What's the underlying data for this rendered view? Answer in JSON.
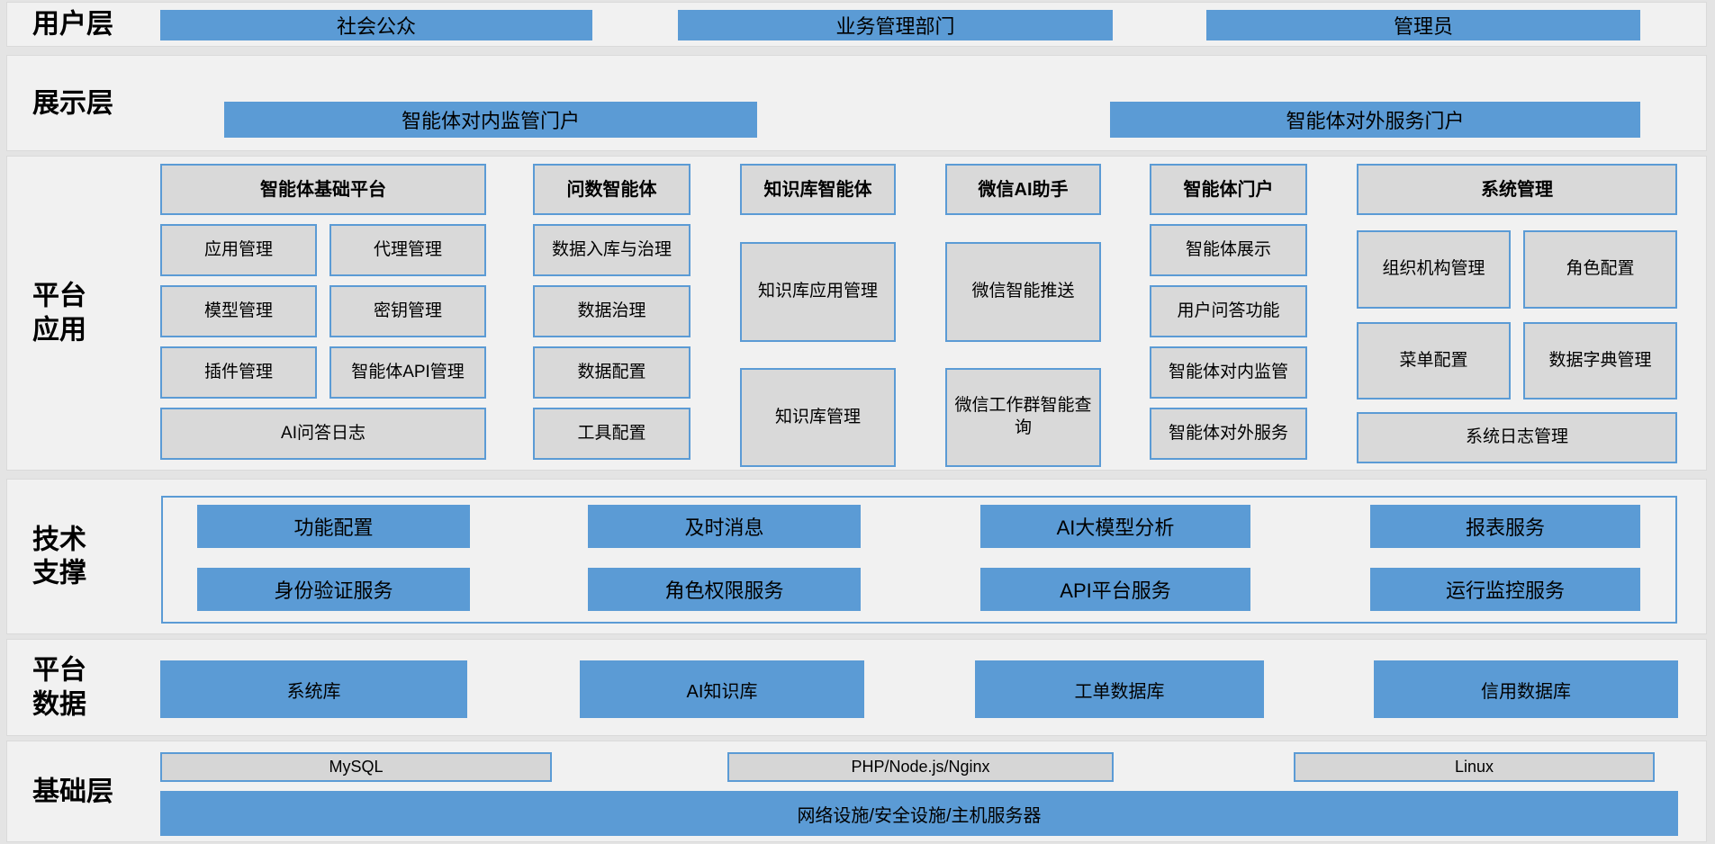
{
  "colors": {
    "accent_blue": "#5b9bd5",
    "box_gray": "#d9d9d9",
    "band_bg": "#f1f1f1"
  },
  "layers": {
    "user": {
      "label": "用户层",
      "items": [
        "社会公众",
        "业务管理部门",
        "管理员"
      ]
    },
    "display": {
      "label": "展示层",
      "items": [
        "智能体对内监管门户",
        "智能体对外服务门户"
      ]
    },
    "platform_app": {
      "label": "平台\n应用",
      "columns": [
        {
          "header": "智能体基础平台",
          "rows": [
            [
              "应用管理",
              "代理管理"
            ],
            [
              "模型管理",
              "密钥管理"
            ],
            [
              "插件管理",
              "智能体API管理"
            ]
          ],
          "footer": "AI问答日志"
        },
        {
          "header": "问数智能体",
          "cells": [
            "数据入库与治理",
            "数据治理",
            "数据配置",
            "工具配置"
          ]
        },
        {
          "header": "知识库智能体",
          "cells": [
            "知识库应用管理",
            "知识库管理"
          ]
        },
        {
          "header": "微信AI助手",
          "cells": [
            "微信智能推送",
            "微信工作群智能查询"
          ]
        },
        {
          "header": "智能体门户",
          "cells": [
            "智能体展示",
            "用户问答功能",
            "智能体对内监管",
            "智能体对外服务"
          ]
        },
        {
          "header": "系统管理",
          "rows": [
            [
              "组织机构管理",
              "角色配置"
            ],
            [
              "菜单配置",
              "数据字典管理"
            ]
          ],
          "footer": "系统日志管理"
        }
      ]
    },
    "tech": {
      "label": "技术\n支撑",
      "rows": [
        [
          "功能配置",
          "及时消息",
          "AI大模型分析",
          "报表服务"
        ],
        [
          "身份验证服务",
          "角色权限服务",
          "API平台服务",
          "运行监控服务"
        ]
      ]
    },
    "data": {
      "label": "平台\n数据",
      "items": [
        "系统库",
        "AI知识库",
        "工单数据库",
        "信用数据库"
      ]
    },
    "infra": {
      "label": "基础层",
      "items": [
        "MySQL",
        "PHP/Node.js/Nginx",
        "Linux"
      ],
      "bar": "网络设施/安全设施/主机服务器"
    }
  }
}
